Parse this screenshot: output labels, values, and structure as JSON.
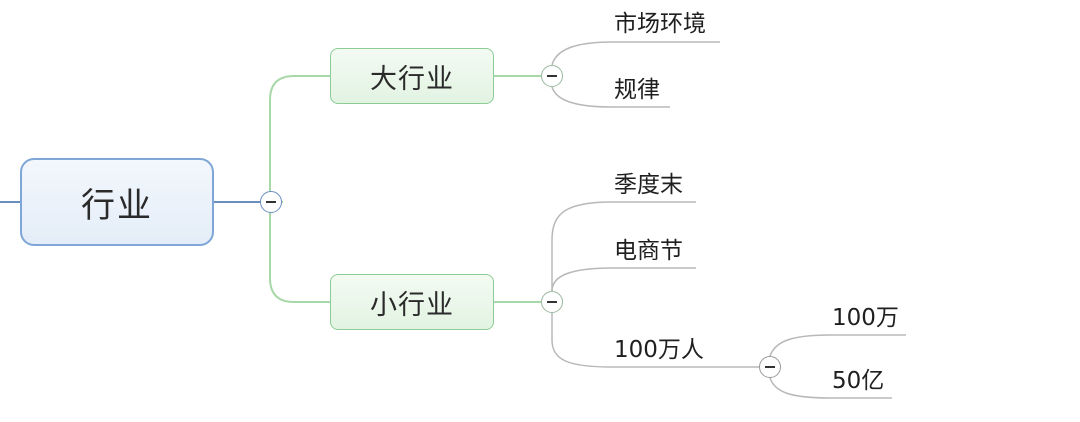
{
  "mindmap": {
    "root": {
      "label": "行业",
      "color": "#7ea6d6"
    },
    "branches": [
      {
        "label": "大行业",
        "color": "#8ccc95",
        "children": [
          {
            "label": "市场环境"
          },
          {
            "label": "规律"
          }
        ]
      },
      {
        "label": "小行业",
        "color": "#8ccc95",
        "children": [
          {
            "label": "季度末"
          },
          {
            "label": "电商节"
          },
          {
            "label": "100万人",
            "children": [
              {
                "label": "100万"
              },
              {
                "label": "50亿"
              }
            ]
          }
        ]
      }
    ],
    "collapse_icon": "minus-circle-icon",
    "connector_colors": {
      "root": "#6a8fbf",
      "branch": "#a8d8a8",
      "leaf": "#b8b8b8"
    }
  }
}
